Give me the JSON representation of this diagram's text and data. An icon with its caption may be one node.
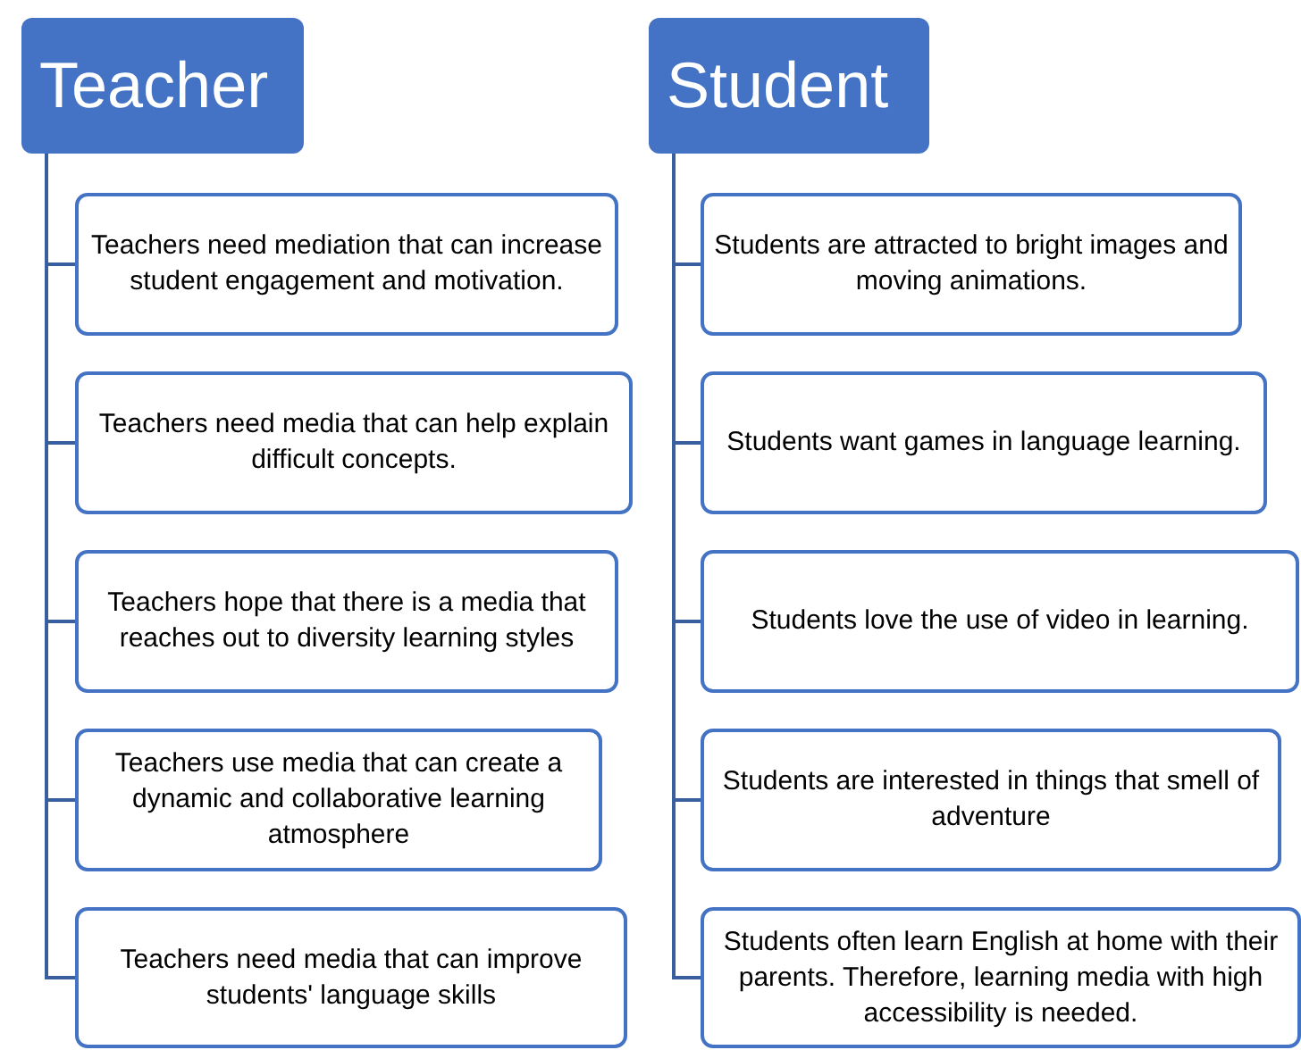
{
  "diagram": {
    "nodes": [
      {
        "text": [
          "Teacher"
        ]
      },
      {
        "text": [
          "Teachers need mediation that can increase student engagement and motivation."
        ]
      },
      {
        "text": [
          "Teachers need media that can help explain difficult concepts."
        ]
      },
      {
        "text": [
          "Teachers hope that there is a media that reaches out to diversity learning styles"
        ]
      },
      {
        "text": [
          "Teachers use media that can create a dynamic and collaborative learning atmosphere"
        ]
      },
      {
        "text": [
          "Teachers need media that can improve students' language skills"
        ]
      },
      {
        "text": [
          "Student"
        ]
      },
      {
        "text": [
          "Students are attracted to bright images and moving animations."
        ]
      },
      {
        "text": [
          "Students want games in language learning."
        ]
      },
      {
        "text": [
          "Students love the use of video in learning."
        ]
      },
      {
        "text": [
          "Students are interested in things that smell of adventure"
        ]
      },
      {
        "text": [
          "Students often learn English at home with their parents. Therefore, learning media with high accessibility is needed."
        ]
      }
    ],
    "edges": [
      {
        "from": 0,
        "to": 1,
        "arrow": "none"
      },
      {
        "from": 0,
        "to": 2,
        "arrow": "none"
      },
      {
        "from": 0,
        "to": 3,
        "arrow": "none"
      },
      {
        "from": 0,
        "to": 4,
        "arrow": "none"
      },
      {
        "from": 0,
        "to": 5,
        "arrow": "none"
      },
      {
        "from": 6,
        "to": 7,
        "arrow": "none"
      },
      {
        "from": 6,
        "to": 8,
        "arrow": "none"
      },
      {
        "from": 6,
        "to": 9,
        "arrow": "none"
      },
      {
        "from": 6,
        "to": 10,
        "arrow": "none"
      },
      {
        "from": 6,
        "to": 11,
        "arrow": "none"
      }
    ]
  }
}
